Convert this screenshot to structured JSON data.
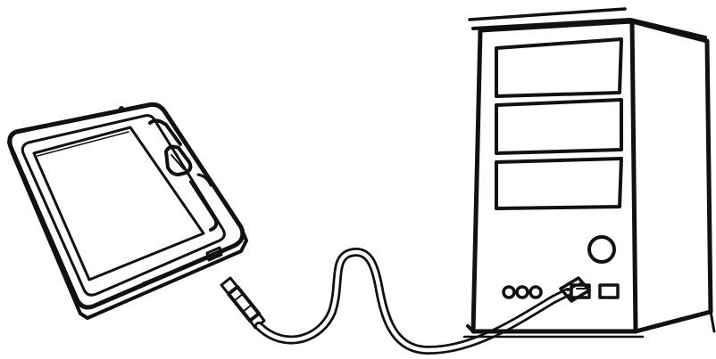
{
  "illustration": {
    "subject": "e-reader-connected-to-desktop-computer-via-usb",
    "style": "black-line-art",
    "colors": {
      "stroke": "#111111",
      "background": "#ffffff"
    },
    "devices": [
      {
        "id": "ereader",
        "icon": "ereader-icon"
      },
      {
        "id": "usb-cable",
        "icon": "usb-cable-icon"
      },
      {
        "id": "computer",
        "icon": "desktop-tower-icon"
      }
    ]
  }
}
